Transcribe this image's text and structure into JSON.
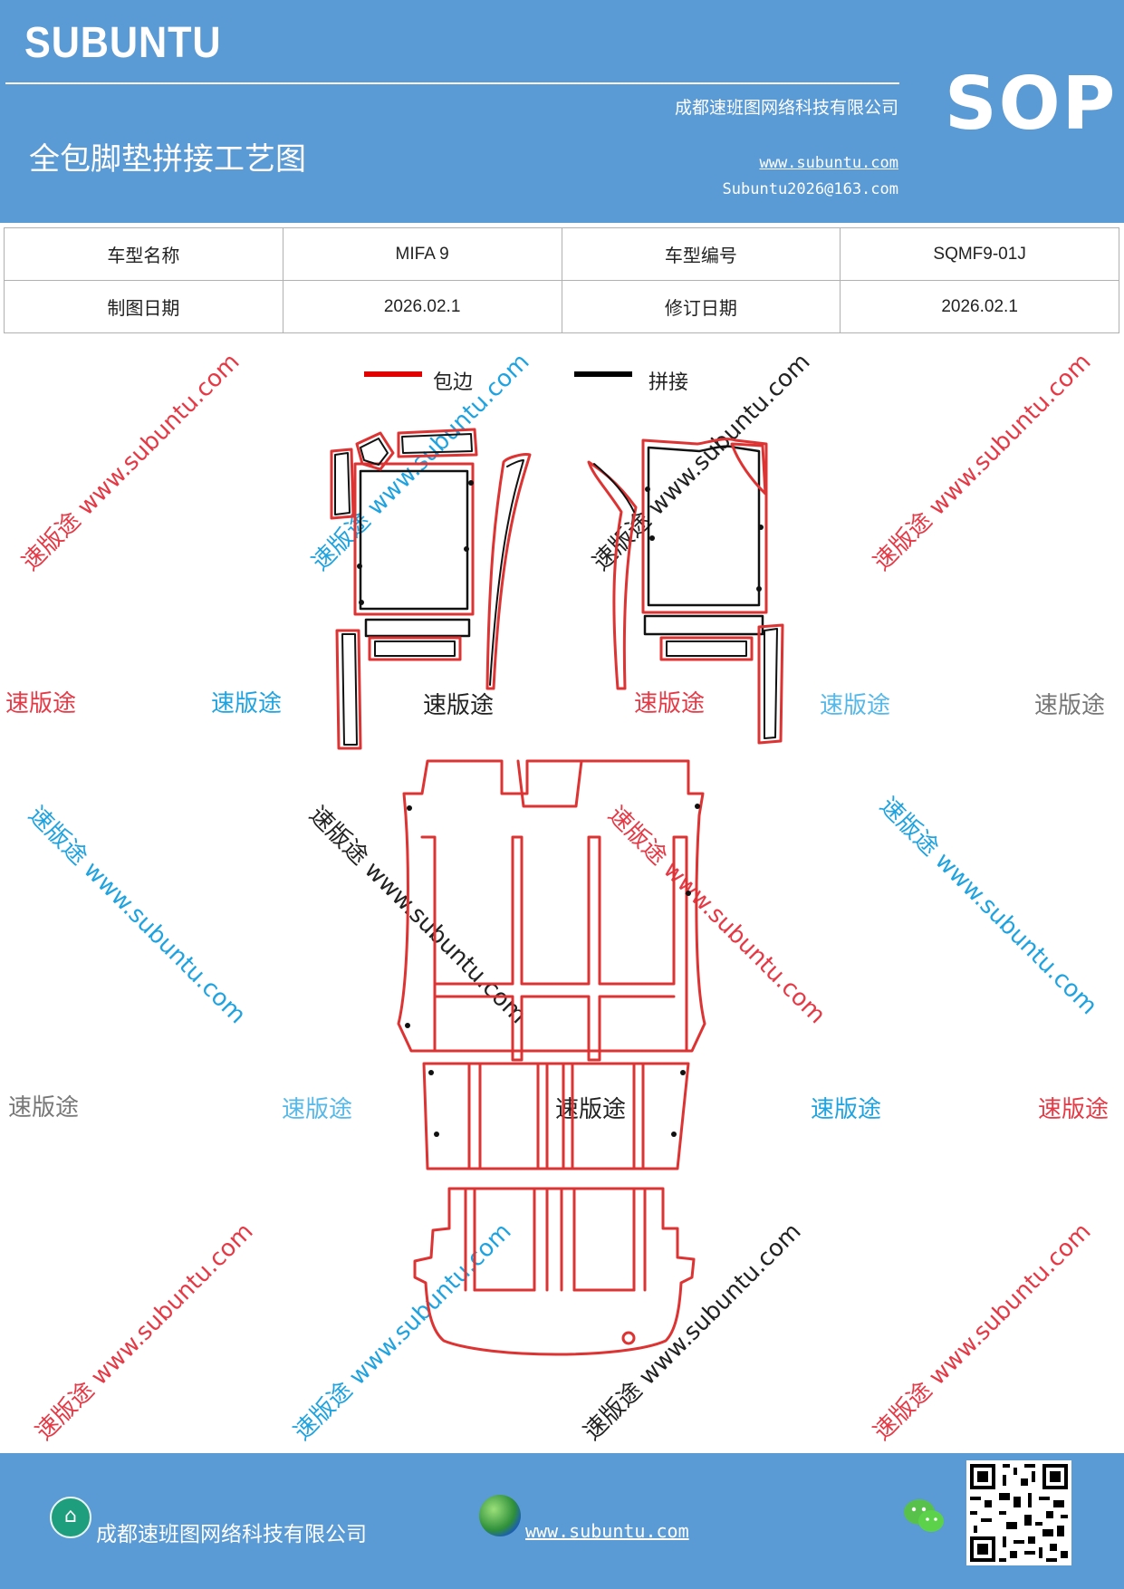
{
  "header": {
    "brand": "SUBUNTU",
    "badge": "SOP",
    "company": "成都速班图网络科技有限公司",
    "title": "全包脚垫拼接工艺图",
    "website": "www.subuntu.com",
    "email": "Subuntu2026@163.com",
    "background_color": "#5b9bd5"
  },
  "info_table": {
    "row1": {
      "label1": "车型名称",
      "value1": "MIFA 9",
      "label2": "车型编号",
      "value2": "SQMF9-01J"
    },
    "row2": {
      "label1": "制图日期",
      "value1": "2026.02.1",
      "label2": "修订日期",
      "value2": "2026.02.1"
    }
  },
  "legend": {
    "items": [
      {
        "label": "包边",
        "color": "#e00000"
      },
      {
        "label": "拼接",
        "color": "#000000"
      }
    ]
  },
  "watermarks": {
    "short": "速版途",
    "long": "速版途 www.subuntu.com"
  },
  "footer": {
    "company": "成都速班图网络科技有限公司",
    "website": "www.subuntu.com",
    "home_icon": "home-icon",
    "globe_icon": "globe-icon",
    "wechat_icon": "wechat-icon",
    "qr_code": "qr-code"
  }
}
